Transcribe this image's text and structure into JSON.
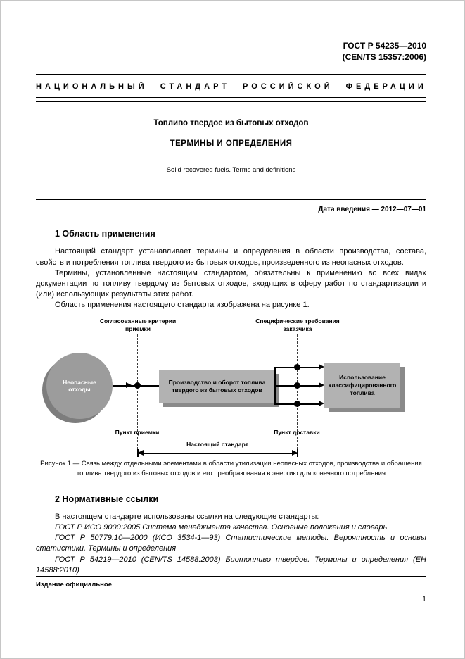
{
  "header": {
    "doc_number": "ГОСТ Р 54235—2010",
    "doc_number_secondary": "(CEN/TS 15357:2006)",
    "banner": "НАЦИОНАЛЬНЫЙ СТАНДАРТ РОССИЙСКОЙ ФЕДЕРАЦИИ"
  },
  "title": {
    "subject": "Топливо твердое из бытовых отходов",
    "main": "ТЕРМИНЫ И ОПРЕДЕЛЕНИЯ",
    "english": "Solid recovered fuels. Terms and definitions"
  },
  "intro_date": "Дата введения — 2012—07—01",
  "section1": {
    "heading": "1 Область применения",
    "p1": "Настоящий стандарт устанавливает термины и определения в области производства, состава, свойств и потребления топлива твердого из бытовых отходов, произведенного из неопасных отходов.",
    "p2": "Термины, установленные настоящим стандартом, обязательны к применению во всех видах документации по топливу твердому из бытовых отходов, входящих в сферу работ по стандартизации и (или) использующих результаты этих работ.",
    "p3": "Область применения настоящего стандарта изображена на рисунке 1."
  },
  "figure": {
    "label_top_left": "Согласованные критерии приемки",
    "label_top_right": "Специфические требования заказчика",
    "circle": "Неопасные отходы",
    "box_mid": "Производство и оборот топлива твердого из бытовых отходов",
    "box_right": "Использование классифицированного топлива",
    "label_bottom_left": "Пункт приемки",
    "label_bottom_right": "Пункт доставки",
    "arrow_label": "Настоящий стандарт",
    "caption": "Рисунок 1 — Связь между отдельными элементами в области утилизации неопасных отходов, производства и обращения топлива твердого из бытовых отходов и его преобразования в энергию для конечного потребления"
  },
  "section2": {
    "heading": "2 Нормативные ссылки",
    "p1": "В настоящем стандарте использованы ссылки на следующие стандарты:",
    "ref1": "ГОСТ Р ИСО 9000:2005  Система менеджмента качества. Основные положения и словарь",
    "ref2": "ГОСТ Р 50779.10—2000 (ИСО 3534-1—93)  Статистические методы. Вероятность и основы статистики. Термины и определения",
    "ref3": "ГОСТ Р 54219—2010 (CEN/TS 14588:2003) Биотопливо твердое. Термины и определения (ЕН 14588:2010)"
  },
  "footer": {
    "edition": "Издание официальное",
    "page_number": "1"
  }
}
